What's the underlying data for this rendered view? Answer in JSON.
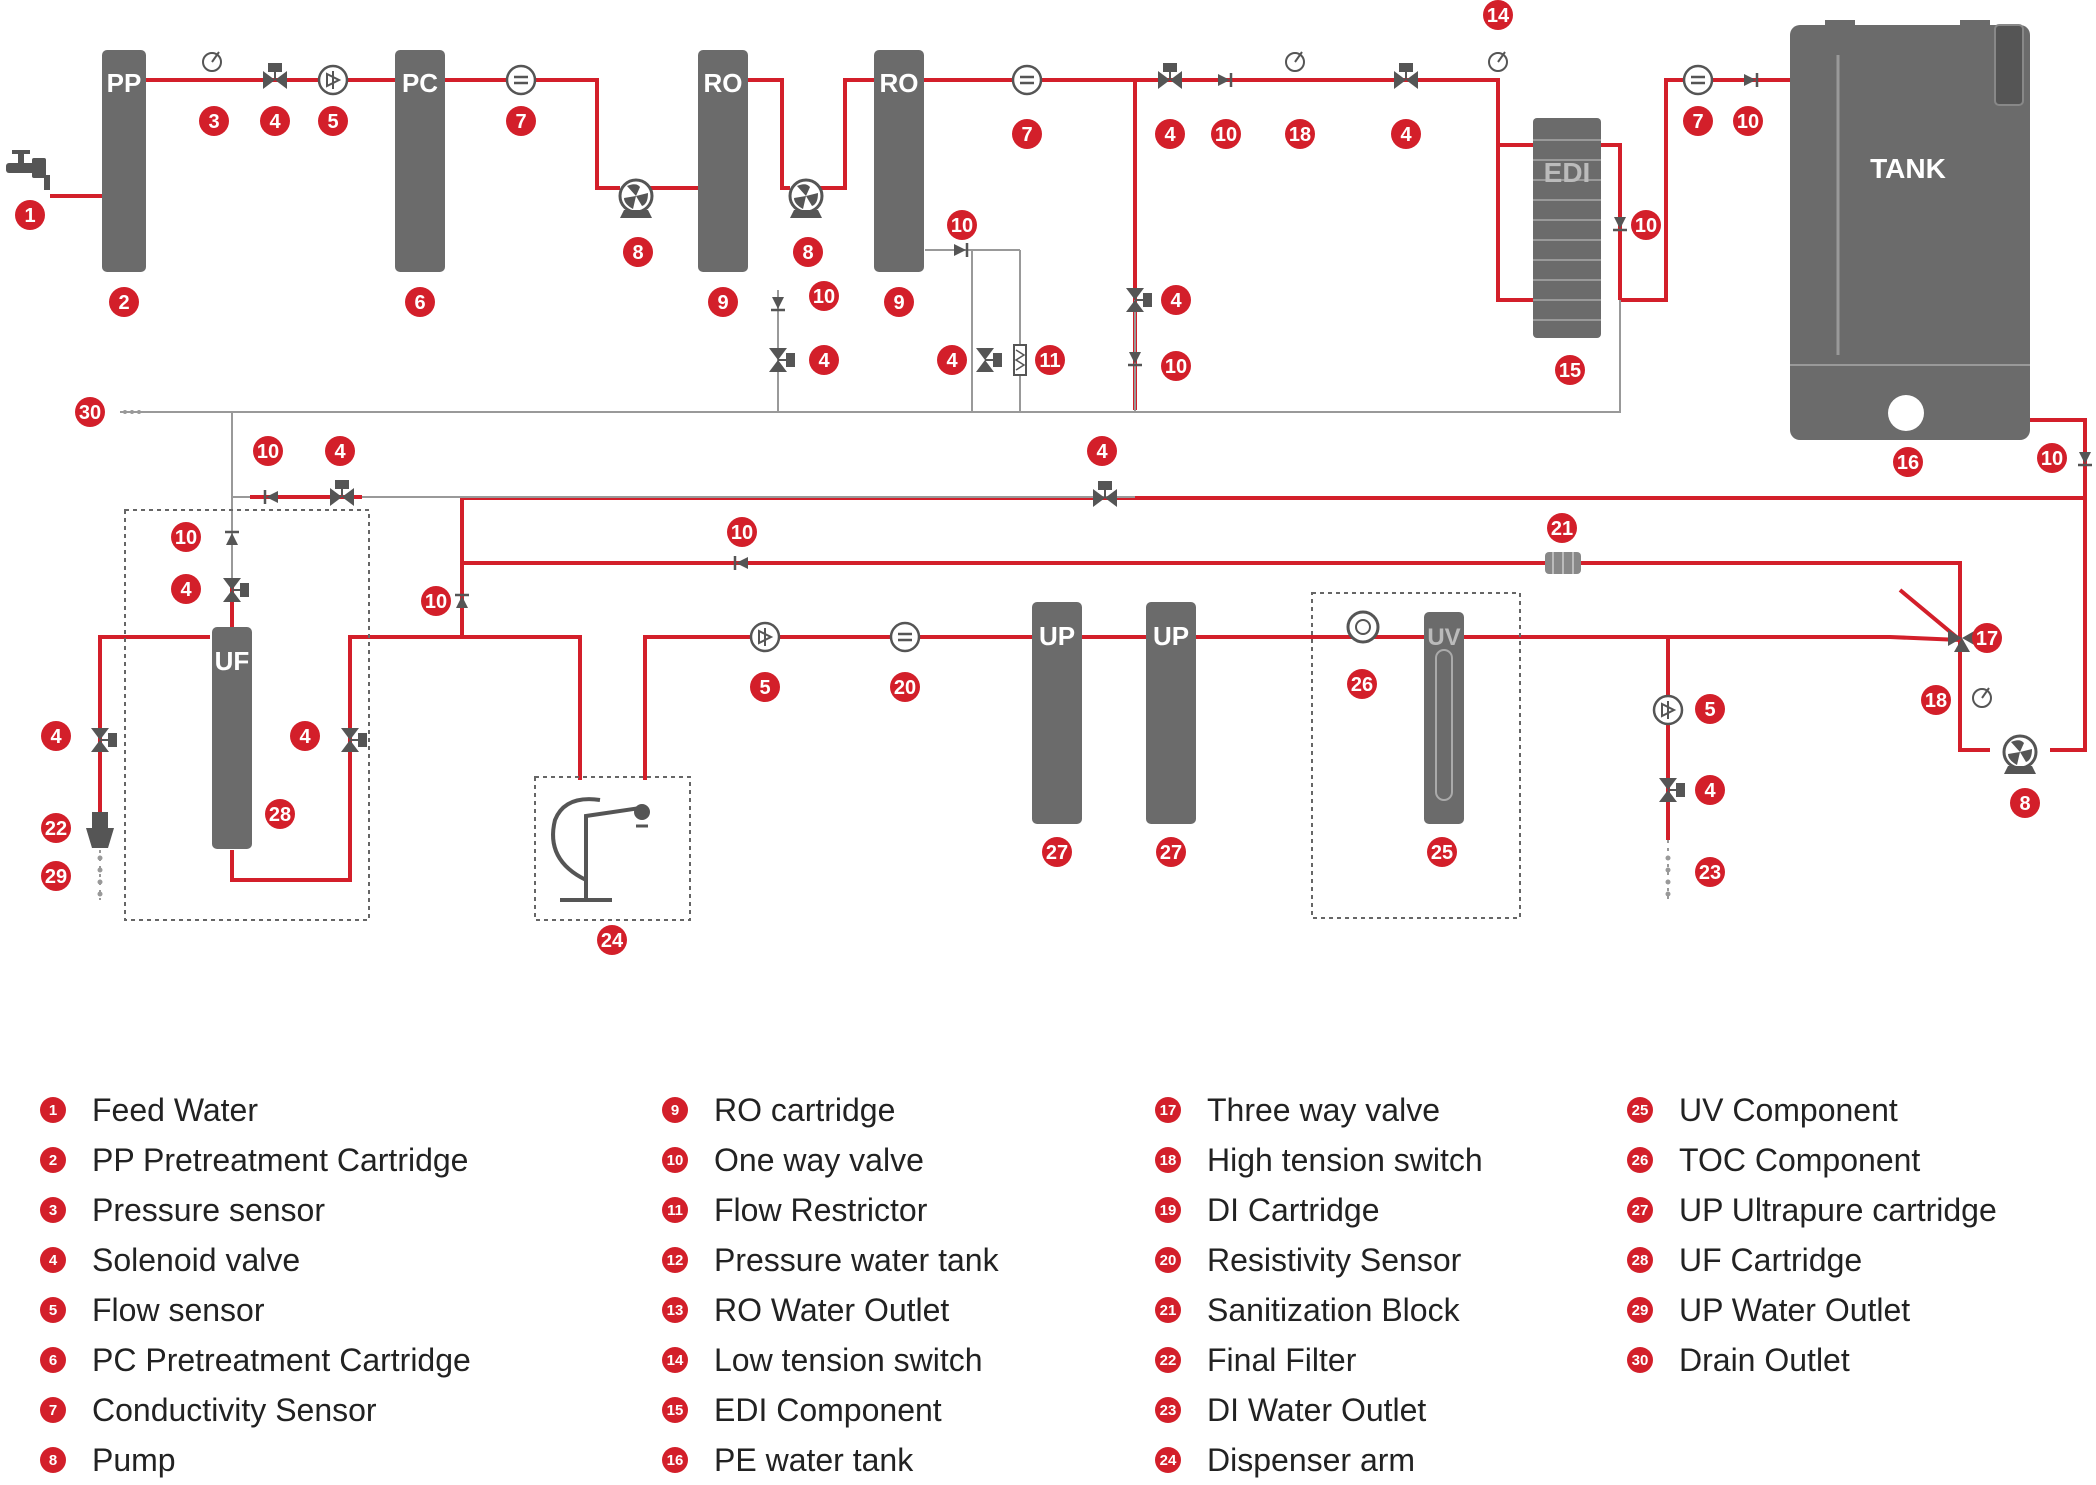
{
  "colors": {
    "pipe": "#d31f2a",
    "component": "#6b6b6b",
    "badge": "#d31f2a",
    "badge_text": "#ffffff",
    "text": "#222222",
    "drain": "#999999"
  },
  "component_labels": {
    "pp": "PP",
    "pc": "PC",
    "ro1": "RO",
    "ro2": "RO",
    "edi": "EDI",
    "tank": "TANK",
    "uf": "UF",
    "up1": "UP",
    "up2": "UP",
    "uv": "UV"
  },
  "badges": [
    "1",
    "2",
    "3",
    "4",
    "5",
    "6",
    "7",
    "8",
    "9",
    "10",
    "11",
    "14",
    "15",
    "16",
    "17",
    "18",
    "20",
    "21",
    "22",
    "23",
    "24",
    "25",
    "26",
    "27",
    "28",
    "29",
    "30"
  ],
  "legend": [
    {
      "num": "1",
      "label": "Feed Water"
    },
    {
      "num": "2",
      "label": "PP Pretreatment Cartridge"
    },
    {
      "num": "3",
      "label": "Pressure sensor"
    },
    {
      "num": "4",
      "label": "Solenoid valve"
    },
    {
      "num": "5",
      "label": "Flow sensor"
    },
    {
      "num": "6",
      "label": "PC Pretreatment Cartridge"
    },
    {
      "num": "7",
      "label": "Conductivity Sensor"
    },
    {
      "num": "8",
      "label": "Pump"
    },
    {
      "num": "9",
      "label": "RO cartridge"
    },
    {
      "num": "10",
      "label": "One way valve"
    },
    {
      "num": "11",
      "label": "Flow Restrictor"
    },
    {
      "num": "12",
      "label": "Pressure water tank"
    },
    {
      "num": "13",
      "label": "RO Water Outlet"
    },
    {
      "num": "14",
      "label": "Low tension switch"
    },
    {
      "num": "15",
      "label": "EDI Component"
    },
    {
      "num": "16",
      "label": "PE water tank"
    },
    {
      "num": "17",
      "label": "Three way valve"
    },
    {
      "num": "18",
      "label": "High tension switch"
    },
    {
      "num": "19",
      "label": "DI Cartridge"
    },
    {
      "num": "20",
      "label": "Resistivity Sensor"
    },
    {
      "num": "21",
      "label": "Sanitization Block"
    },
    {
      "num": "22",
      "label": "Final Filter"
    },
    {
      "num": "23",
      "label": "DI Water Outlet"
    },
    {
      "num": "24",
      "label": "Dispenser arm"
    },
    {
      "num": "25",
      "label": "UV Component"
    },
    {
      "num": "26",
      "label": "TOC Component"
    },
    {
      "num": "27",
      "label": "UP Ultrapure cartridge"
    },
    {
      "num": "28",
      "label": "UF Cartridge"
    },
    {
      "num": "29",
      "label": "UP Water Outlet"
    },
    {
      "num": "30",
      "label": "Drain Outlet"
    }
  ]
}
